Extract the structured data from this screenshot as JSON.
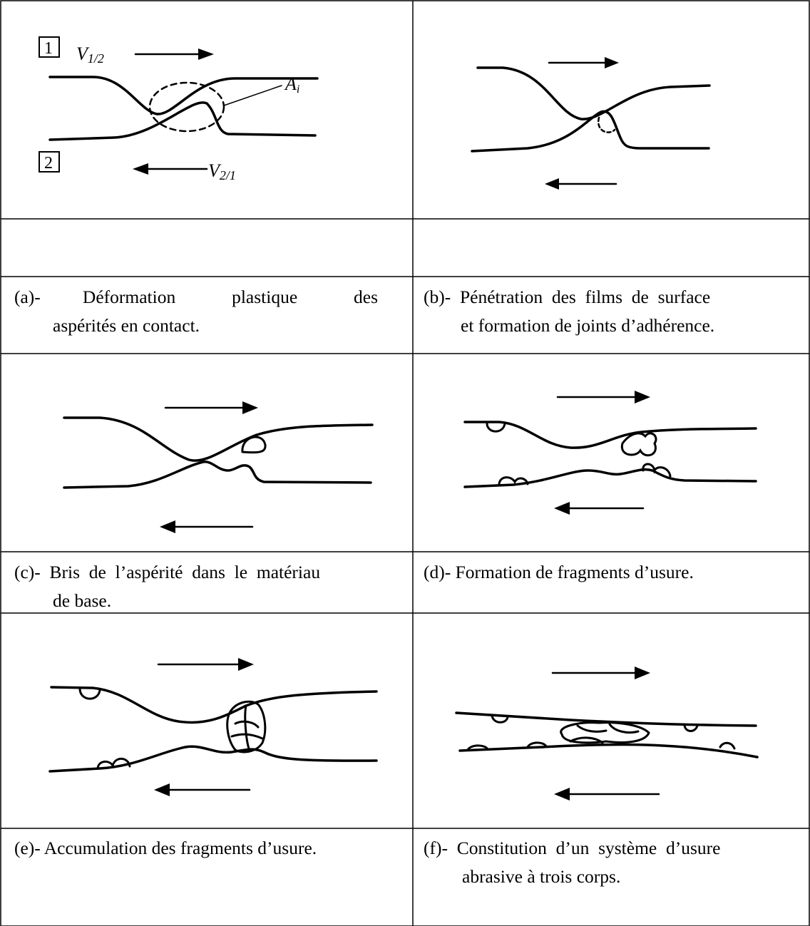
{
  "figure": {
    "panels": [
      {
        "id": "a",
        "labels": {
          "box1": "1",
          "box2": "2",
          "v12_main": "V",
          "v12_sub": "1/2",
          "v21_main": "V",
          "v21_sub": "2/1",
          "ai_main": "A",
          "ai_sub": "i"
        },
        "caption_line1": "(a)-   Déformation    plastique    des",
        "caption_line2": "aspérités en contact."
      },
      {
        "id": "b",
        "caption_line1": "(b)-  Pénétration  des  films  de  surface",
        "caption_line2": "et formation de joints d’adhérence."
      },
      {
        "id": "c",
        "caption_line1": "(c)-  Bris  de  l’aspérité  dans  le  matériau",
        "caption_line2": "de base."
      },
      {
        "id": "d",
        "caption_line1": "(d)- Formation de fragments d’usure.",
        "caption_line2": ""
      },
      {
        "id": "e",
        "caption_line1": "(e)- Accumulation des fragments d’usure.",
        "caption_line2": ""
      },
      {
        "id": "f",
        "caption_line1": "(f)-  Constitution  d’un  système  d’usure",
        "caption_line2": "abrasive à trois corps."
      }
    ]
  }
}
